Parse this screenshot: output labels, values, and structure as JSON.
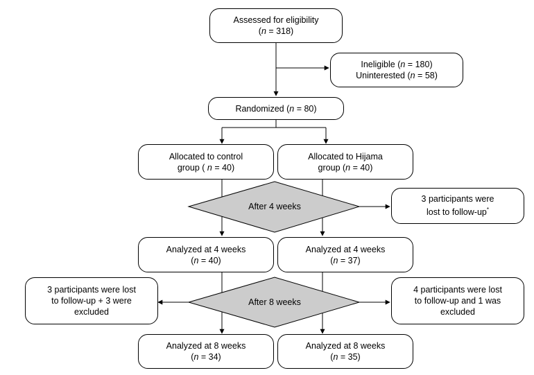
{
  "flowchart": {
    "assessed": {
      "text": "Assessed for eligibility",
      "n": "318"
    },
    "ineligible": {
      "text": "Ineligible",
      "n": "180"
    },
    "uninterested": {
      "text": "Uninterested",
      "n": "58"
    },
    "randomized": {
      "text": "Randomized",
      "n": "80"
    },
    "control": {
      "line1": "Allocated to control",
      "line2_pre": "group ( ",
      "n": "40"
    },
    "hijama": {
      "line1": "Allocated to Hijama",
      "line2_pre": "group (",
      "n": "40"
    },
    "after4": "After 4 weeks",
    "lost4": {
      "line1": "3 participants were",
      "line2": "lost to follow-up",
      "mark": "*"
    },
    "control_4w": {
      "text": "Analyzed at 4 weeks",
      "n": "40"
    },
    "hijama_4w": {
      "text": "Analyzed at 4 weeks",
      "n": "37"
    },
    "after8": "After 8 weeks",
    "lost8_control": {
      "line1": "3 participants were lost",
      "line2": "to follow-up + 3 were",
      "line3": "excluded"
    },
    "lost8_hijama": {
      "line1": "4 participants were lost",
      "line2": "to follow-up and 1 was",
      "line3": "excluded"
    },
    "control_8w": {
      "text": "Analyzed at 8 weeks",
      "n": "34"
    },
    "hijama_8w": {
      "text": "Analyzed at 8 weeks",
      "n": "35"
    },
    "n_symbol": "n",
    "eq": " = ",
    "close_paren": ")",
    "open_paren": "("
  }
}
